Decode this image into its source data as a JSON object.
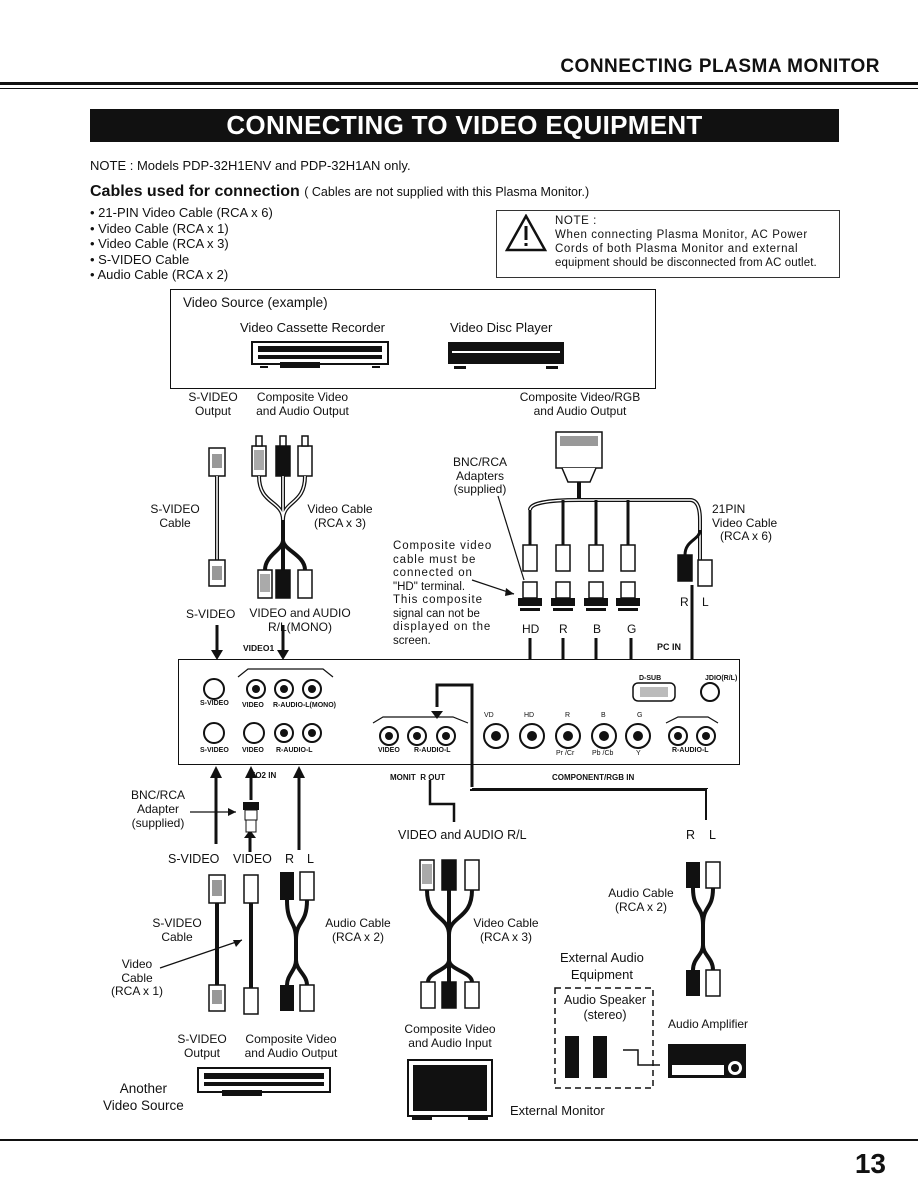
{
  "header": {
    "section_title": "CONNECTING PLASMA MONITOR",
    "banner": "CONNECTING TO VIDEO EQUIPMENT",
    "page_number": "13"
  },
  "note": "NOTE : Models PDP-32H1ENV and PDP-32H1AN only.",
  "cables": {
    "title": "Cables used for connection",
    "subtitle": "( Cables are not supplied with this Plasma Monitor.)",
    "items": [
      "• 21-PIN Video Cable (RCA x 6)",
      "• Video Cable (RCA x 1)",
      "• Video Cable (RCA x 3)",
      "• S-VIDEO Cable",
      "• Audio Cable (RCA x 2)"
    ]
  },
  "warning": {
    "title": "NOTE :",
    "line1": "When connecting Plasma Monitor, AC Power",
    "line2": "Cords of both Plasma Monitor and external",
    "line3": "equipment should be disconnected from AC outlet."
  },
  "source": {
    "title": "Video Source (example)",
    "vcr": "Video Cassette Recorder",
    "vdp": "Video Disc Player",
    "svideo_out_1": "S-VIDEO",
    "svideo_out_2": "Output",
    "comp_out_1": "Composite Video",
    "comp_out_2": "and Audio Output",
    "rgb_out_1": "Composite Video/RGB",
    "rgb_out_2": "and Audio Output"
  },
  "labels": {
    "svideo_cable_1": "S-VIDEO",
    "svideo_cable_2": "Cable",
    "video_cable_1": "Video Cable",
    "video_cable_2": "(RCA x 3)",
    "bnc_1": "BNC/RCA",
    "bnc_2": "Adapters",
    "bnc_3": "(supplied)",
    "pin21_1": "21PIN",
    "pin21_2": "Video Cable",
    "pin21_3": "(RCA x 6)",
    "comp_note": [
      "Composite video",
      "cable must be",
      "connected on",
      "\"HD\" terminal.",
      "This composite",
      "signal can not be",
      "displayed on the",
      "screen."
    ],
    "svideo": "S-VIDEO",
    "video_audio_1": "VIDEO and AUDIO",
    "video_audio_2": "R/L(MONO)",
    "video1": "VIDEO1",
    "hd": "HD",
    "r": "R",
    "b": "B",
    "g": "G",
    "pcin": "PC IN",
    "r_l_r": "R",
    "r_l_l": "L"
  },
  "panel": {
    "svideo": "S-VIDEO",
    "video": "VIDEO",
    "raudio_mono": "R-AUDIO-L(MONO)",
    "svideo2": "S-VIDEO",
    "video2": "VIDEO",
    "raudio2": "R-AUDIO-L",
    "video3": "VIDEO",
    "raudio3": "R-AUDIO-L",
    "vd": "VD",
    "hd": "HD",
    "r": "R",
    "b": "B",
    "g": "G",
    "prcr": "Pr /Cr",
    "pbcb": "Pb /Cb",
    "y": "Y",
    "raudio4": "R-AUDIO-L",
    "dsub": "D-SUB",
    "audio_rl": "JDIO(R/L)",
    "video2in": "EO2 IN",
    "monitor_out": "MONIT  R OUT",
    "comp_rgb_in": "COMPONENT/RGB IN"
  },
  "lower": {
    "bnc_1": "BNC/RCA",
    "bnc_2": "Adapter",
    "bnc_3": "(supplied)",
    "svideo": "S-VIDEO",
    "video": "VIDEO",
    "r": "R",
    "l": "L",
    "svideo_cable_1": "S-VIDEO",
    "svideo_cable_2": "Cable",
    "audio_cable_1": "Audio Cable",
    "audio_cable_2": "(RCA x 2)",
    "video_cable_1": "Video",
    "video_cable_2": "Cable",
    "video_cable_3": "(RCA x 1)",
    "svideo_out_1": "S-VIDEO",
    "svideo_out_2": "Output",
    "comp_out_1": "Composite Video",
    "comp_out_2": "and Audio Output",
    "another_1": "Another",
    "another_2": "Video Source",
    "va_rl": "VIDEO and AUDIO R/L",
    "vc3_1": "Video Cable",
    "vc3_2": "(RCA x 3)",
    "comp_in_1": "Composite Video",
    "comp_in_2": "and Audio Input",
    "ext_monitor": "External Monitor",
    "rl_r": "R",
    "rl_l": "L",
    "ac_1": "Audio Cable",
    "ac_2": "(RCA x 2)",
    "ext_audio_1": "External Audio",
    "ext_audio_2": "Equipment",
    "speaker_1": "Audio Speaker",
    "speaker_2": "(stereo)",
    "amp": "Audio Amplifier"
  }
}
